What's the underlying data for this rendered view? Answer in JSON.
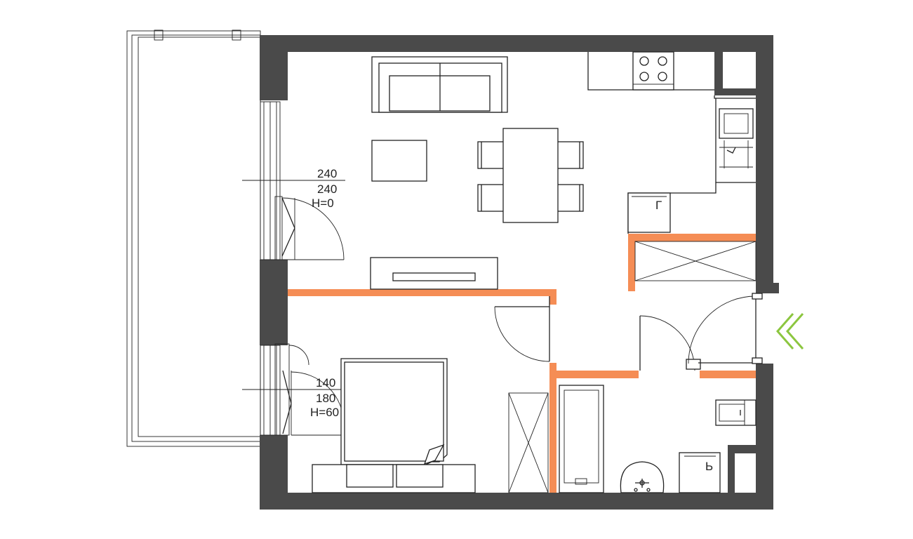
{
  "colors": {
    "wall": "#4a4a4a",
    "partition": "#f58d55",
    "line": "#222222",
    "entrance_arrow": "#8cc63f",
    "background": "#ffffff"
  },
  "window_labels": {
    "living_window": {
      "width": "240",
      "height": "240",
      "sill": "H=0"
    },
    "bedroom_window": {
      "width": "140",
      "height": "180",
      "sill": "H=60"
    }
  },
  "symbols": {
    "fridge_mark": "Г",
    "washer_mark": "Ь"
  },
  "entrance": {
    "icon": "double-chevron-left-icon"
  }
}
